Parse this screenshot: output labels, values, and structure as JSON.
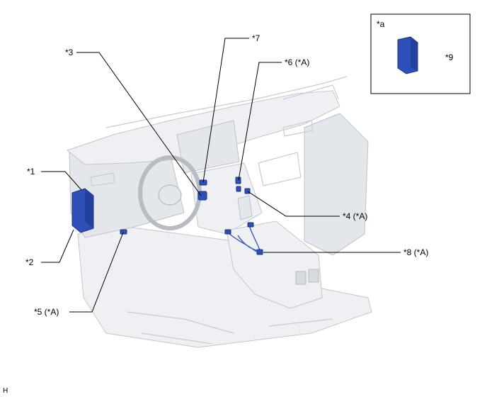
{
  "colors": {
    "part_highlight": "#2f4fb8",
    "part_outline": "#1c3180",
    "vehicle_body": "#eef0f3",
    "vehicle_edge": "#c3c7cd",
    "leader_line": "#000000"
  },
  "labels": {
    "l1": "*1",
    "l2": "*2",
    "l3": "*3",
    "l4": "*4 (*A)",
    "l5": "*5 (*A)",
    "l6": "*6 (*A)",
    "l7": "*7",
    "l8": "*8 (*A)",
    "l9": "*9"
  },
  "inset": {
    "tag": "*a"
  },
  "corner_code": "H"
}
